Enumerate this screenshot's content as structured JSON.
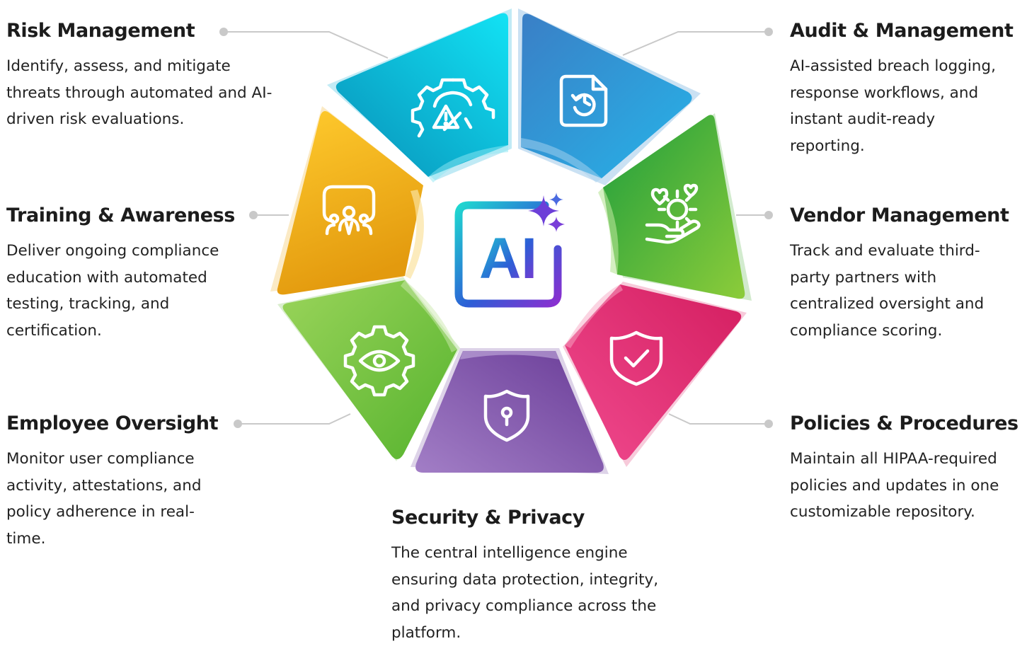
{
  "center": {
    "label": "AI"
  },
  "items": [
    {
      "title": "Risk Management",
      "desc": "Identify, assess, and mitigate threats through automated and AI-driven risk evaluations.",
      "icon": "gear-warning-icon",
      "color": "#0ab0d8"
    },
    {
      "title": "Audit & Management",
      "desc": "AI-assisted breach logging, response workflows, and instant audit-ready reporting.",
      "icon": "document-history-icon",
      "color": "#2f8ad0"
    },
    {
      "title": "Vendor Management",
      "desc": "Track and evaluate third-party partners with centralized oversight and compliance scoring.",
      "icon": "hand-gear-heart-icon",
      "color": "#4caf3a"
    },
    {
      "title": "Policies & Procedures",
      "desc": "Maintain all HIPAA-required policies and updates in one customizable repository.",
      "icon": "shield-check-icon",
      "color": "#e0306f"
    },
    {
      "title": "Security & Privacy",
      "desc": "The central intelligence engine ensuring data protection, integrity, and privacy compliance across the platform.",
      "icon": "shield-keyhole-icon",
      "color": "#7a52a8"
    },
    {
      "title": "Employee Oversight",
      "desc": "Monitor user compliance activity, attestations, and policy adherence in real-time.",
      "icon": "gear-eye-icon",
      "color": "#6cbf3c"
    },
    {
      "title": "Training & Awareness",
      "desc": "Deliver ongoing compliance education with automated testing, tracking, and certification.",
      "icon": "presentation-team-icon",
      "color": "#f0ad1c"
    }
  ]
}
